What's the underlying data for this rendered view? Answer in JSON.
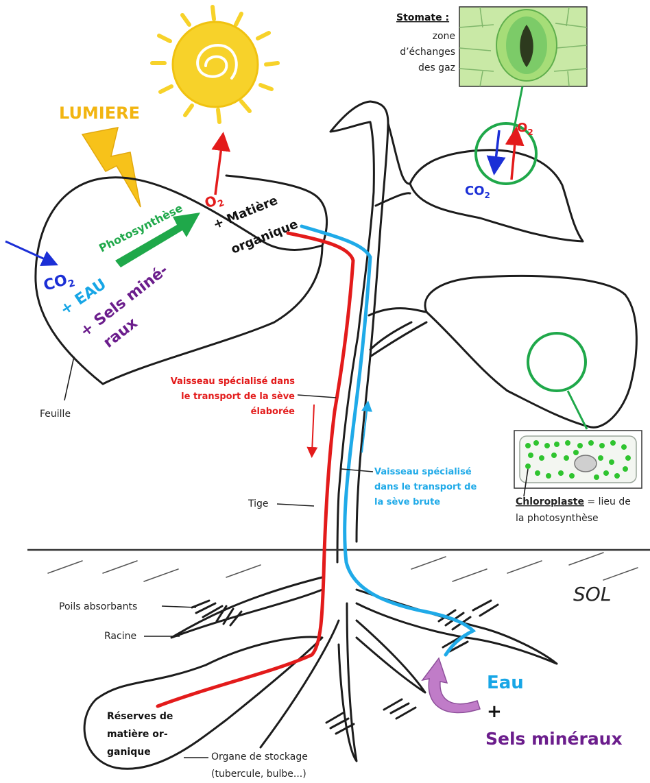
{
  "colors": {
    "sun": "#f7d22a",
    "lumiere": "#f2b511",
    "co2": "#1b2fd6",
    "eau": "#17a6e6",
    "sels": "#6b1d8c",
    "photosynthese": "#1fa84a",
    "o2": "#e31b1b",
    "seve_elaboree": "#e31b1b",
    "seve_brute": "#1faae8",
    "stomate_ring": "#1fa84a",
    "chloroplast": "#2fc42f"
  },
  "leaf": {
    "lumiere": "LUMIERE",
    "co2": "CO",
    "co2_sub": "2",
    "eau": "+ EAU",
    "sels_line1": "+ Sels miné-",
    "sels_line2": "raux",
    "photosynthese": "Photosynthèse",
    "o2": "O",
    "o2_sub": "2",
    "matiere_line1": "+ Matière",
    "matiere_line2": "organique",
    "feuille": "Feuille"
  },
  "stomate": {
    "title": "Stomate :",
    "line1": "zone",
    "line2": "d’échanges",
    "line3": "des gaz",
    "o2": "O",
    "o2_sub": "2",
    "co2": "CO",
    "co2_sub": "2"
  },
  "vessels": {
    "elaboree_line1": "Vaisseau spécialisé dans",
    "elaboree_line2": "le transport de la sève",
    "elaboree_line3": "élaborée",
    "brute_line1": "Vaisseau spécialisé",
    "brute_line2": "dans le transport de",
    "brute_line3": "la sève brute"
  },
  "chloroplaste": {
    "label": "Chloroplaste",
    "rest_line1": " = lieu de",
    "line2": "la photosynthèse"
  },
  "plant": {
    "tige": "Tige",
    "sol": "SOL",
    "poils": "Poils absorbants",
    "racine": "Racine",
    "reserves_line1": "Réserves de",
    "reserves_line2": "matière or-",
    "reserves_line3": "ganique",
    "organe_line1": "Organe de stockage",
    "organe_line2": "(tubercule, bulbe...)",
    "eau": "Eau",
    "plus": "+",
    "sels": "Sels minéraux"
  }
}
